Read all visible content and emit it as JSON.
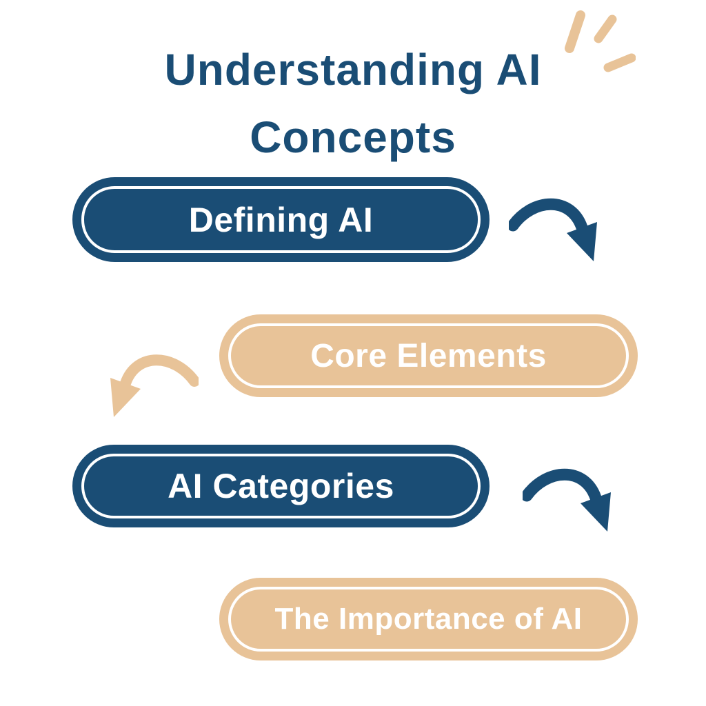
{
  "title": {
    "line1": "Understanding AI",
    "line2": "Concepts"
  },
  "nodes": [
    {
      "label": "Defining AI",
      "style": "dark-blue"
    },
    {
      "label": "Core Elements",
      "style": "tan"
    },
    {
      "label": "AI Categories",
      "style": "dark-blue"
    },
    {
      "label": "The Importance of AI",
      "style": "tan"
    }
  ],
  "icons": {
    "sparkle": "emphasis-sparkle-icon",
    "arrow_after_defining_ai": "curved-arrow-down-right-icon",
    "arrow_after_core_elements": "curved-arrow-down-left-icon",
    "arrow_after_ai_categories": "curved-arrow-down-right-icon"
  },
  "colors": {
    "dark_blue": "#1a4d75",
    "tan": "#e8c398",
    "pill_text": "#ffffff",
    "background": "#ffffff"
  }
}
